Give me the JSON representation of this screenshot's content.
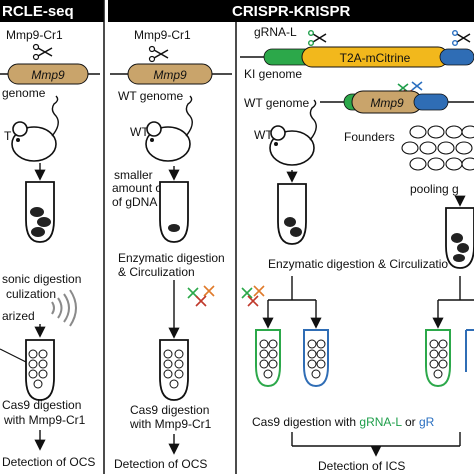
{
  "headers": {
    "left": "RCLE-seq",
    "right": "CRISPR-KRISPR"
  },
  "left_panel": {
    "grna": "Mmp9-Cr1",
    "gene": "Mmp9",
    "genome": "genome",
    "mouse": "T",
    "step1": "sonic digestion",
    "step1b": "culization",
    "step2": "arized",
    "cas9_1": "Cas9 digestion",
    "cas9_2": "with Mmp9-Cr1",
    "detect": "Detection of OCS"
  },
  "middle_panel": {
    "grna": "Mmp9-Cr1",
    "gene": "Mmp9",
    "genome": "WT genome",
    "mouse": "WT",
    "note1": "smaller",
    "note2": "amount of",
    "note3": "of gDNA",
    "step1": "Enzymatic digestion",
    "step1b": "& Circulization",
    "cas9_1": "Cas9 digestion",
    "cas9_2": "with Mmp9-Cr1",
    "detect": "Detection of OCS"
  },
  "right_panel": {
    "grna_l": "gRNA-L",
    "t2a": "T2A-mCitrine",
    "ki_genome": "KI genome",
    "wt_genome": "WT genome",
    "gene": "Mmp9",
    "wt": "WT",
    "founders": "Founders",
    "pooling": "pooling g",
    "step": "Enzymatic digestion & Circulizatio",
    "cas9_prefix": "Cas9 digestion with ",
    "cas9_l": "gRNA-L",
    "cas9_or": " or ",
    "cas9_r": "gR",
    "detect": "Detection of ICS"
  },
  "colors": {
    "header_bg": "#000000",
    "gene_box": "#c9a46b",
    "t2a_box": "#f2b81c",
    "left_arm": "#2ca84a",
    "right_arm": "#2f6db5",
    "grna_l": "#1e9e4a",
    "grna_r": "#2a6fc0",
    "wave": "#8a8a8a"
  }
}
